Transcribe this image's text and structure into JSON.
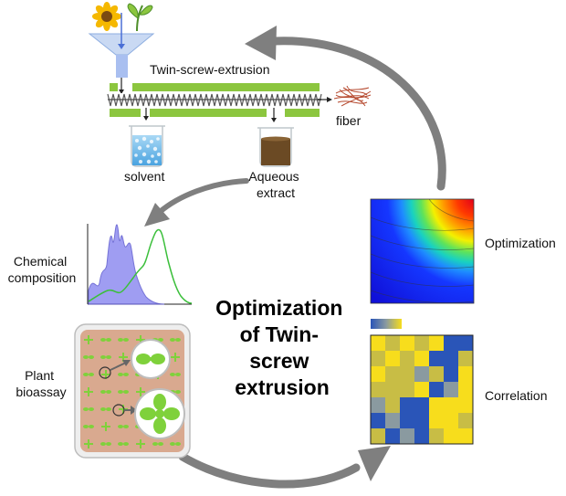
{
  "labels": {
    "tse": "Twin-screw-extrusion",
    "fiber": "fiber",
    "solvent": "solvent",
    "aqueous_1": "Aqueous",
    "aqueous_2": "extract",
    "chem_1": "Chemical",
    "chem_2": "composition",
    "plant_1": "Plant",
    "plant_2": "bioassay",
    "optimization": "Optimization",
    "correlation": "Correlation",
    "center_1": "Optimization",
    "center_2": "of Twin-",
    "center_3": "screw",
    "center_4": "extrusion"
  },
  "colors": {
    "arrow": "#7f7f7f",
    "extruder": "#8cc63f",
    "tray": "#d9a98f",
    "seedling": "#7fd13b",
    "chrom_purple": "#7b78d9",
    "chrom_green": "#3bbf3b",
    "heat_yellow": "#f7dd1c",
    "heat_olive": "#c8bd45",
    "heat_blue": "#2a55b8",
    "heat_gray": "#8a9aa0"
  },
  "heatmap_grid": [
    [
      "y",
      "o",
      "y",
      "o",
      "y",
      "b",
      "b"
    ],
    [
      "o",
      "y",
      "o",
      "y",
      "b",
      "b",
      "o"
    ],
    [
      "y",
      "o",
      "o",
      "g",
      "o",
      "b",
      "y"
    ],
    [
      "o",
      "o",
      "o",
      "y",
      "b",
      "g",
      "y"
    ],
    [
      "g",
      "o",
      "b",
      "b",
      "y",
      "y",
      "y"
    ],
    [
      "b",
      "g",
      "b",
      "b",
      "y",
      "y",
      "o"
    ],
    [
      "o",
      "b",
      "g",
      "b",
      "o",
      "y",
      "y"
    ]
  ],
  "icons": [
    "sunflower-icon",
    "plant-icon",
    "beaker-icon",
    "fiber-icon",
    "seedling-icon"
  ]
}
